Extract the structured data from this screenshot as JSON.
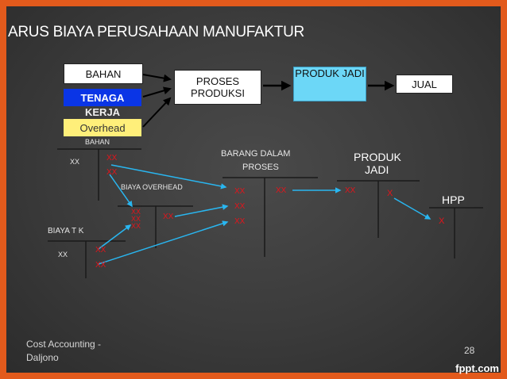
{
  "title": "ARUS BIAYA PERUSAHAAN MANUFAKTUR",
  "flow": {
    "bahan": "BAHAN",
    "tenaga_kerja_line1": "TENAGA",
    "tenaga_kerja_line2": "KERJA",
    "overhead": "Overhead",
    "proses_line1": "PROSES",
    "proses_line2": "PRODUKSI",
    "produk_jadi": "PRODUK JADI",
    "jual": "JUAL"
  },
  "accounts": {
    "bahan": {
      "name": "BAHAN",
      "debit": "XX",
      "credit": [
        "XX",
        "XX"
      ]
    },
    "biaya_overhead": {
      "name": "BIAYA OVERHEAD",
      "debit": [
        "XX",
        "XX",
        "XX"
      ],
      "credit": "XX"
    },
    "biaya_tk": {
      "name": "BIAYA T K",
      "debit": "XX",
      "credit": [
        "XX",
        "XX"
      ]
    },
    "bdp": {
      "name_line1": "BARANG DALAM",
      "name_line2": "PROSES",
      "debit": [
        "XX",
        "XX",
        "XX"
      ],
      "credit": "XX"
    },
    "produk_jadi": {
      "name_line1": "PRODUK",
      "name_line2": "JADI",
      "debit": "XX",
      "credit": "X"
    },
    "hpp": {
      "name": "HPP",
      "debit": "X"
    }
  },
  "footer": {
    "source": "Cost Accounting - Daljono",
    "page": "28",
    "brand": "fppt.com"
  },
  "colors": {
    "frame": "#e25a1c",
    "board": "#3b3b3b",
    "arrow_black": "#000000",
    "arrow_cyan": "#29b6f0",
    "amount_red": "#e4141b"
  }
}
